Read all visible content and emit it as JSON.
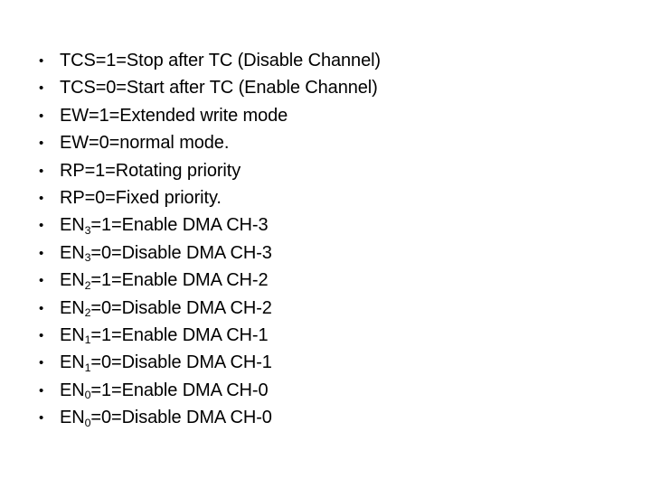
{
  "slide": {
    "background_color": "#ffffff",
    "text_color": "#000000",
    "bullet_glyph": "•",
    "items": [
      {
        "base": "TCS=1=Stop after TC (Disable Channel)",
        "sub": null,
        "tail": null
      },
      {
        "base": "TCS=0=Start after TC (Enable Channel)",
        "sub": null,
        "tail": null
      },
      {
        "base": "EW=1=Extended write mode",
        "sub": null,
        "tail": null
      },
      {
        "base": "EW=0=normal mode.",
        "sub": null,
        "tail": null
      },
      {
        "base": "RP=1=Rotating priority",
        "sub": null,
        "tail": null
      },
      {
        "base": "RP=0=Fixed priority.",
        "sub": null,
        "tail": null
      },
      {
        "base": "EN",
        "sub": "3",
        "tail": "=1=Enable DMA CH-3"
      },
      {
        "base": "EN",
        "sub": "3",
        "tail": "=0=Disable DMA CH-3"
      },
      {
        "base": "EN",
        "sub": "2",
        "tail": "=1=Enable DMA CH-2"
      },
      {
        "base": "EN",
        "sub": "2",
        "tail": "=0=Disable DMA CH-2"
      },
      {
        "base": "EN",
        "sub": "1",
        "tail": "=1=Enable DMA CH-1"
      },
      {
        "base": "EN",
        "sub": "1",
        "tail": "=0=Disable DMA CH-1"
      },
      {
        "base": "EN",
        "sub": "0",
        "tail": "=1=Enable DMA CH-0"
      },
      {
        "base": "EN",
        "sub": "0",
        "tail": "=0=Disable DMA CH-0"
      }
    ]
  }
}
